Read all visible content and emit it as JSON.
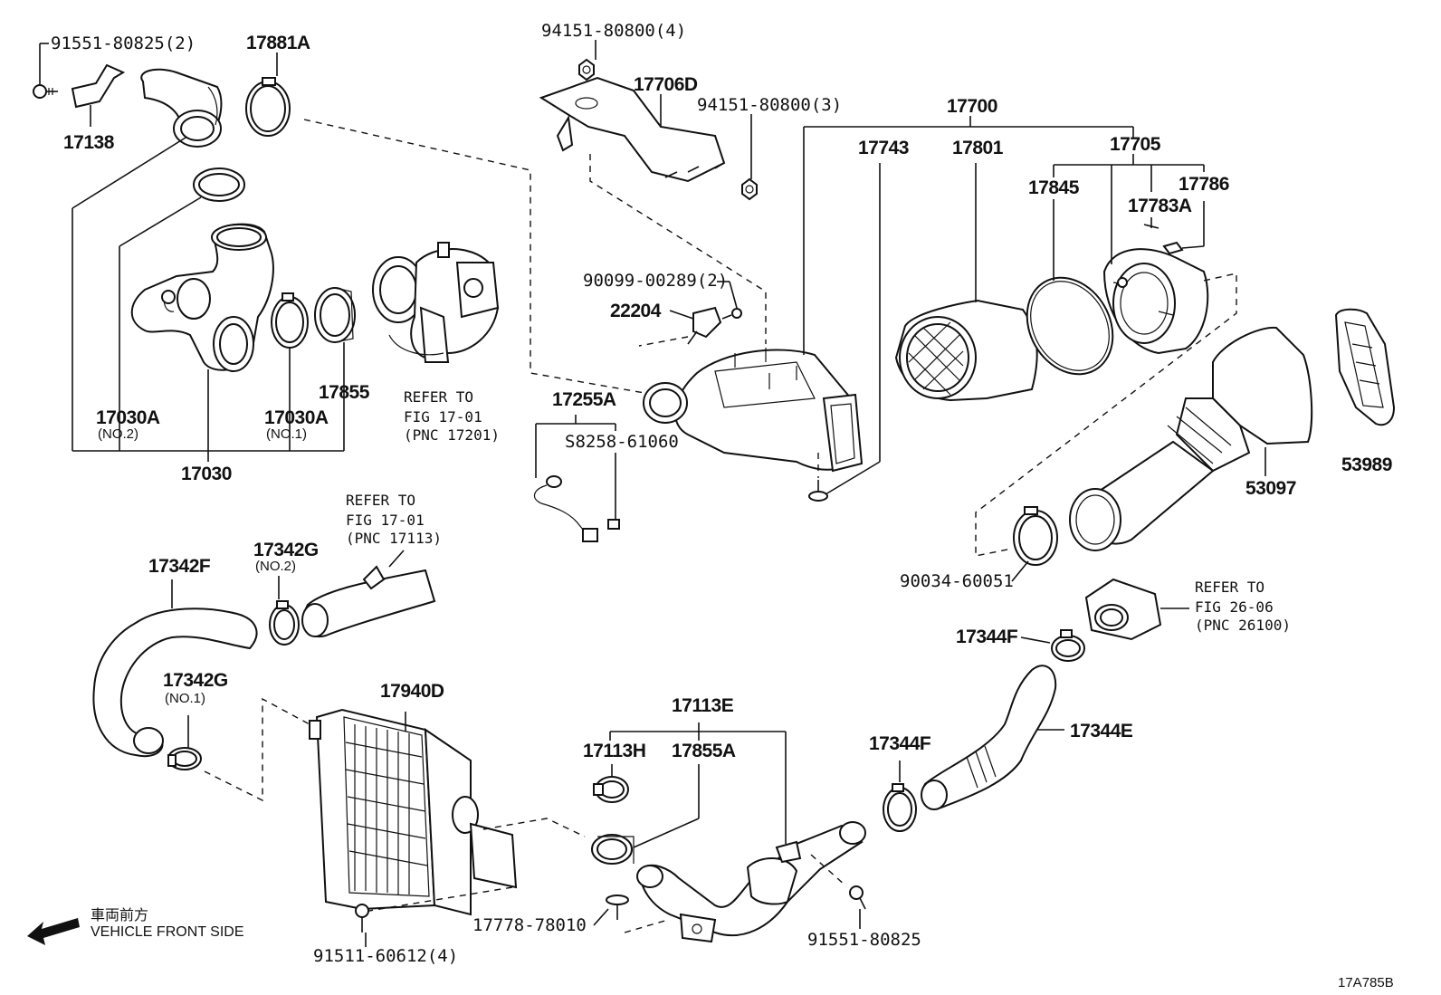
{
  "labels": {
    "p91551_80825_2": "91551-80825(2)",
    "p17881A": "17881A",
    "p17138": "17138",
    "p94151_80800_4": "94151-80800(4)",
    "p17706D": "17706D",
    "p94151_80800_3": "94151-80800(3)",
    "p17700": "17700",
    "p17743": "17743",
    "p17801": "17801",
    "p17705": "17705",
    "p17845": "17845",
    "p17786": "17786",
    "p17783A": "17783A",
    "p90099_00289_2": "90099-00289(2)",
    "p22204": "22204",
    "p17030A_1": "17030A",
    "p17030A_1_sub": "(NO.2)",
    "p17030A_2": "17030A",
    "p17030A_2_sub": "(NO.1)",
    "p17855": "17855",
    "p17030": "17030",
    "p17255A": "17255A",
    "p58258_61060": "S8258-61060",
    "p53097": "53097",
    "p53989": "53989",
    "p90034_60051": "90034-60051",
    "p17342F": "17342F",
    "p17342G_1": "17342G",
    "p17342G_1_sub": "(NO.2)",
    "p17342G_2": "17342G",
    "p17342G_2_sub": "(NO.1)",
    "p17940D": "17940D",
    "p17113E": "17113E",
    "p17113H": "17113H",
    "p17855A": "17855A",
    "p17344F_1": "17344F",
    "p17344F_2": "17344F",
    "p17344E": "17344E",
    "p17778_78010": "17778-78010",
    "p91511_60612_4": "91511-60612(4)",
    "p91551_80825": "91551-80825",
    "diagram_code": "17A785B"
  },
  "refs": {
    "r1_line1": "REFER TO",
    "r1_line2": "FIG 17-01",
    "r1_line3": "(PNC 17201)",
    "r2_line1": "REFER TO",
    "r2_line2": "FIG 17-01",
    "r2_line3": "(PNC 17113)",
    "r3_line1": "REFER TO",
    "r3_line2": "FIG 26-06",
    "r3_line3": "(PNC 26100)"
  },
  "direction": {
    "japanese": "車両前方",
    "english": "VEHICLE FRONT SIDE"
  }
}
